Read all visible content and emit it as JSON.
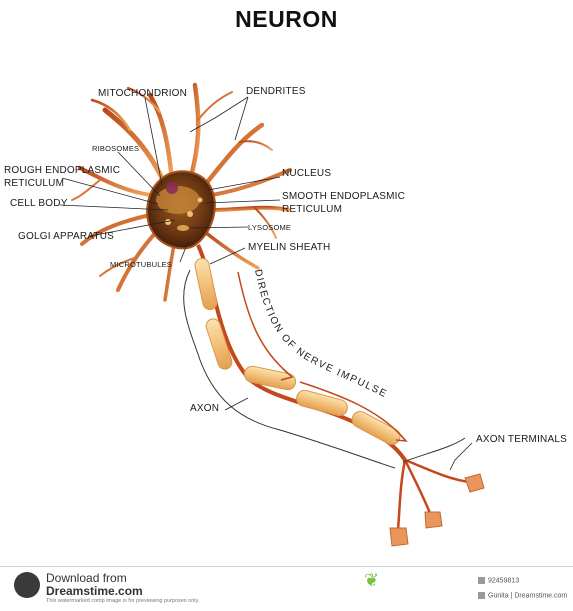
{
  "title": "NEURON",
  "labels": {
    "mitochondrion": "MITOCHONDRION",
    "dendrites": "DENDRITES",
    "ribosomes": "RIBOSOMES",
    "rough_er_1": "ROUGH ENDOPLASMIC",
    "rough_er_2": "RETICULUM",
    "nucleus": "NUCLEUS",
    "cell_body": "CELL BODY",
    "smooth_er_1": "SMOOTH ENDOPLASMIC",
    "smooth_er_2": "RETICULUM",
    "golgi": "GOLGI APPARATUS",
    "lysosome": "LYSOSOME",
    "myelin": "MYELIN SHEATH",
    "microtubules": "MICROTUBULES",
    "axon": "AXON",
    "axon_terminals": "AXON TERMINALS",
    "direction": "DIRECTION OF NERVE IMPULSE"
  },
  "footer": {
    "download_text": "Download from",
    "site": "Dreamstime.com",
    "note": "This watermarked comp image is for previewing purposes only.",
    "image_id": "92459813",
    "credit": "Gunita | Dreamstime.com"
  },
  "colors": {
    "dendrite": "#cf6b2e",
    "dendrite_tip": "#f4a25a",
    "cell_body": "#5a2e12",
    "myelin": "#f3c67a",
    "axon": "#c2491c",
    "terminal_bulb": "#e9955b"
  }
}
